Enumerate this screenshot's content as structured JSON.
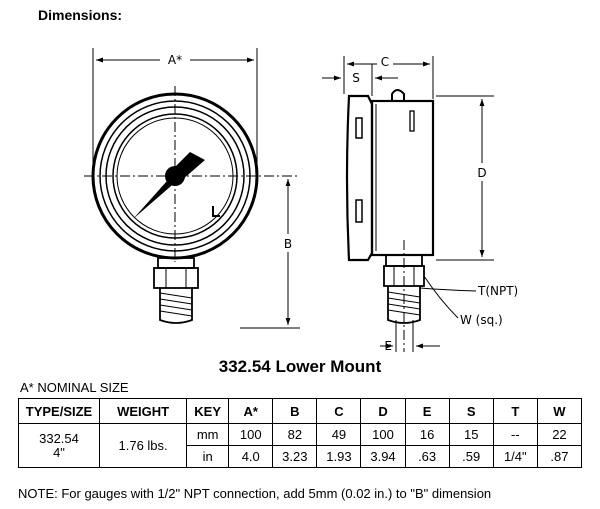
{
  "header": "Dimensions:",
  "caption": "332.54  Lower Mount",
  "nominal_label": "A* NOMINAL SIZE",
  "diagram_labels": {
    "A": "A*",
    "B": "B",
    "C": "C",
    "D": "D",
    "E": "E",
    "S": "S",
    "T": "T(NPT)",
    "W": "W (sq.)"
  },
  "table": {
    "headers": [
      "TYPE/SIZE",
      "WEIGHT",
      "KEY",
      "A*",
      "B",
      "C",
      "D",
      "E",
      "S",
      "T",
      "W"
    ],
    "type_line1": "332.54",
    "type_line2": "4\"",
    "weight": "1.76 lbs.",
    "rows": [
      {
        "key": "mm",
        "values": [
          "100",
          "82",
          "49",
          "100",
          "16",
          "15",
          "--",
          "22"
        ]
      },
      {
        "key": "in",
        "values": [
          "4.0",
          "3.23",
          "1.93",
          "3.94",
          ".63",
          ".59",
          "1/4\"",
          ".87"
        ]
      }
    ]
  },
  "note": "NOTE: For gauges with 1/2\" NPT connection, add 5mm (0.02 in.) to \"B\" dimension"
}
